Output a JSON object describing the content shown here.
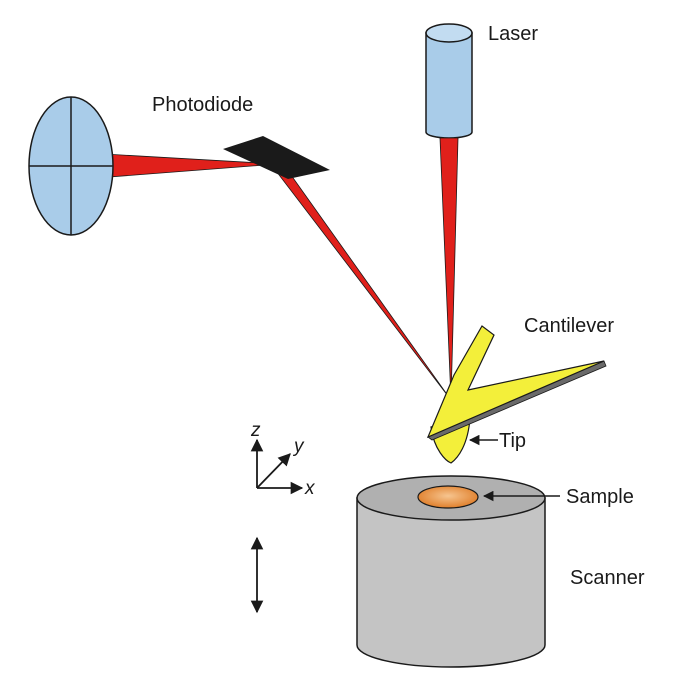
{
  "labels": {
    "laser": "Laser",
    "photodiode": "Photodiode",
    "cantilever": "Cantilever",
    "tip": "Tip",
    "sample": "Sample",
    "scanner": "Scanner"
  },
  "axes": {
    "z": "z",
    "y": "y",
    "x": "x"
  },
  "colors": {
    "laser_body": "#a9cce9",
    "photodiode": "#a9cce9",
    "beam": "#e0201b",
    "cantilever": "#f3ef3a",
    "scanner": "#c4c4c4",
    "sample": "#e8913a",
    "mirror": "#1a1a1a",
    "stroke": "#1a1a1a"
  }
}
